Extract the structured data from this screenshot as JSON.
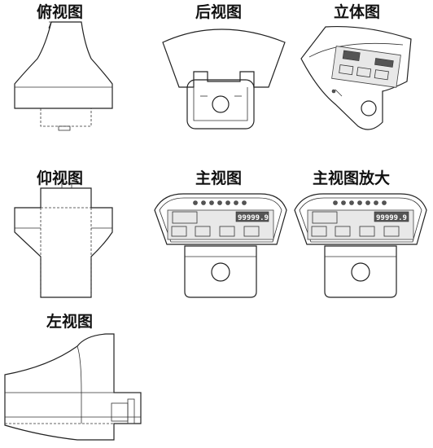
{
  "views": {
    "top": {
      "label": "俯视图"
    },
    "rear": {
      "label": "后视图"
    },
    "iso": {
      "label": "立体图"
    },
    "bottom": {
      "label": "仰视图"
    },
    "front": {
      "label": "主视图",
      "readout": "99999.9"
    },
    "front_zoom": {
      "label": "主视图放大",
      "readout": "99999.9"
    },
    "left": {
      "label": "左视图"
    }
  }
}
